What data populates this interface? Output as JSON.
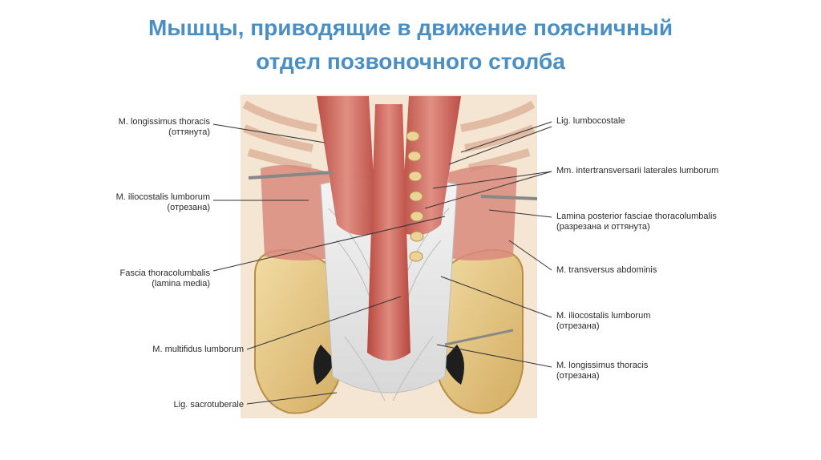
{
  "title": {
    "line1": "Мышцы, приводящие в движение поясничный",
    "line2": "отдел позвоночного столба"
  },
  "labels_left": [
    {
      "line1": "M. longissimus thoracis",
      "line2": "(оттянута)"
    },
    {
      "line1": "M. iliocostalis lumborum",
      "line2": "(отрезана)"
    },
    {
      "line1": "Fascia thoracolumbalis",
      "line2": "(lamina media)"
    },
    {
      "line1": "M. multifidus lumborum",
      "line2": ""
    },
    {
      "line1": "Lig. sacrotuberale",
      "line2": ""
    }
  ],
  "labels_right": [
    {
      "line1": "Lig. lumbocostale",
      "line2": ""
    },
    {
      "line1": "Mm. intertransversarii laterales lumborum",
      "line2": ""
    },
    {
      "line1": "Lamina posterior fasciae thoracolumbalis",
      "line2": "(разрезана и оттянута)"
    },
    {
      "line1": "M. transversus abdominis",
      "line2": ""
    },
    {
      "line1": "M. iliocostalis lumborum",
      "line2": "(отрезана)"
    },
    {
      "line1": "M. longissimus thoracis",
      "line2": "(отрезана)"
    }
  ],
  "colors": {
    "title": "#4a8fc4",
    "bone": "#e8c98a",
    "muscle": "#c9625a",
    "fascia": "#e4e4e4",
    "leader": "#333333"
  }
}
